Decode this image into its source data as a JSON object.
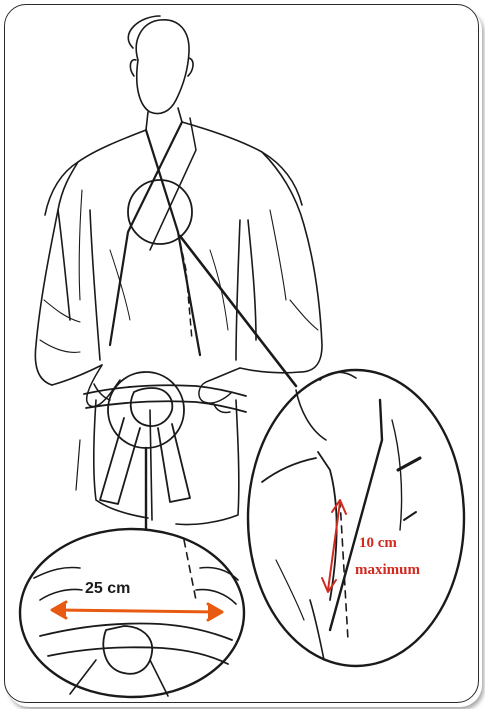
{
  "diagram": {
    "belt_measure": "25 cm",
    "lapel_measure_value": "10 cm",
    "lapel_measure_note": "maximum"
  },
  "colors": {
    "line": "#1a1a1a",
    "frame": "#2a2a2a",
    "measure_red": "#d12a1f",
    "measure_orange": "#e85a12"
  }
}
